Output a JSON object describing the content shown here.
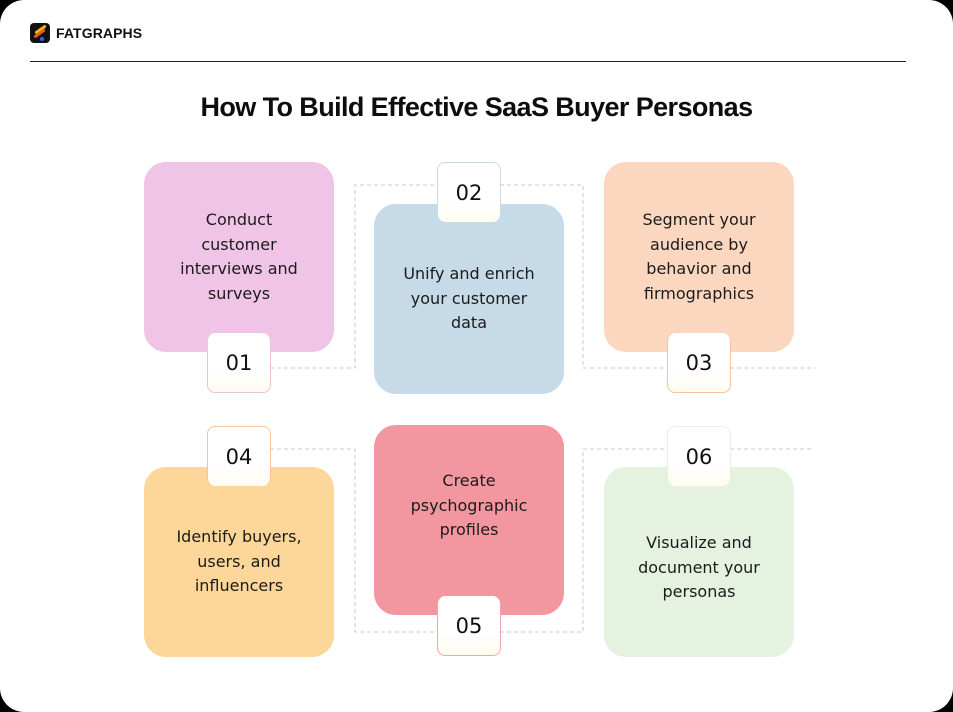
{
  "brand": {
    "name": "FATGRAPHS",
    "logo_icon": "fatgraphs-logo-icon"
  },
  "title": "How To Build Effective SaaS Buyer Personas",
  "steps": [
    {
      "number": "01",
      "text": "Conduct customer interviews and surveys",
      "color": "#f0c4e6",
      "border": "#f0c4e6"
    },
    {
      "number": "02",
      "text": "Unify and enrich your customer data",
      "color": "#c6dae8",
      "border": "#c6dae8"
    },
    {
      "number": "03",
      "text": "Segment your audience by behavior and firmographics",
      "color": "#fbd7c0",
      "border": "#f6c3a2"
    },
    {
      "number": "04",
      "text": "Identify buyers, users, and influencers",
      "color": "#fdd699",
      "border": "#f9c9a2"
    },
    {
      "number": "05",
      "text": "Create psychographic profiles",
      "color": "#f296a0",
      "border": "#f2a8a8"
    },
    {
      "number": "06",
      "text": "Visualize and document your personas",
      "color": "#e5f2df",
      "border": "#e7f2d8"
    }
  ],
  "colors": {
    "connector": "#c8c8c8",
    "background": "#ffffff"
  }
}
